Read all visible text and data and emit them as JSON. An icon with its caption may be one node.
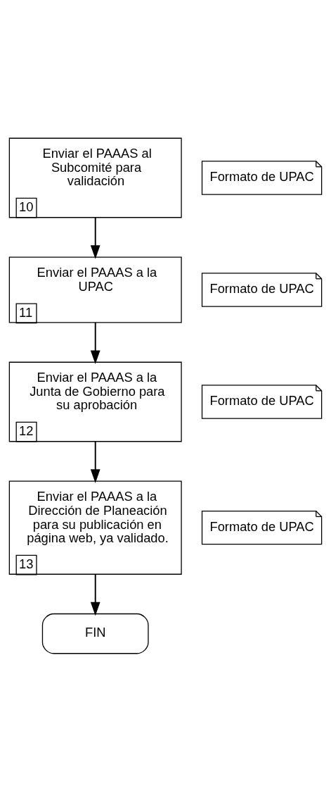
{
  "diagram": {
    "nodes": [
      {
        "text": [
          "Formato de UPAC"
        ]
      },
      {
        "text": [
          "Enviar el PAAAS al Subcomité para validación",
          "10"
        ]
      },
      {
        "text": [
          "Formato de UPAC"
        ]
      },
      {
        "text": [
          "Enviar el PAAAS a la UPAC",
          "11"
        ]
      },
      {
        "text": [
          "Formato de UPAC"
        ]
      },
      {
        "text": [
          "Enviar el PAAAS a la Junta de Gobierno para su aprobación",
          "12"
        ]
      },
      {
        "text": [
          "Formato de UPAC"
        ]
      },
      {
        "text": [
          "Enviar el PAAAS a la Dirección de Planeación para su publicación en página web, ya validado.",
          "13"
        ]
      },
      {
        "text": [
          "FIN"
        ]
      }
    ],
    "edges": [
      {
        "from": 1,
        "to": 3,
        "arrow": "to"
      },
      {
        "from": 3,
        "to": 5,
        "arrow": "to"
      },
      {
        "from": 5,
        "to": 7,
        "arrow": "to"
      },
      {
        "from": 7,
        "to": 8,
        "arrow": "to"
      }
    ]
  }
}
